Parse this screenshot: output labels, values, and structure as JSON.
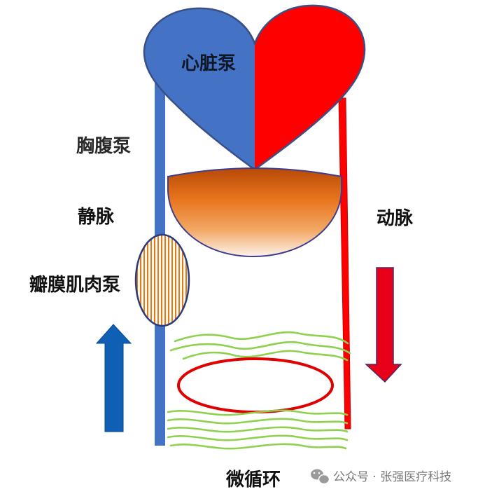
{
  "labels": {
    "heart_pump": "心脏泵",
    "thoraco_abdominal_pump": "胸腹泵",
    "vein": "静脉",
    "artery": "动脉",
    "valve_muscle_pump": "瓣膜肌肉泵",
    "microcirculation": "微循环"
  },
  "watermark": {
    "text": "公众号 · 张强医疗科技",
    "icon": "wechat-icon"
  },
  "colors": {
    "venous_blue": "#4472c4",
    "arterial_red": "#ff0000",
    "up_arrow_blue": "#0f5fb5",
    "down_arrow_red": "#e8001a",
    "diaphragm_orange": "#e8741c",
    "valve_stripes": "#e07a1a",
    "microcirculation_green": "#8fd14f",
    "capillary_ring_red": "#e00000"
  }
}
